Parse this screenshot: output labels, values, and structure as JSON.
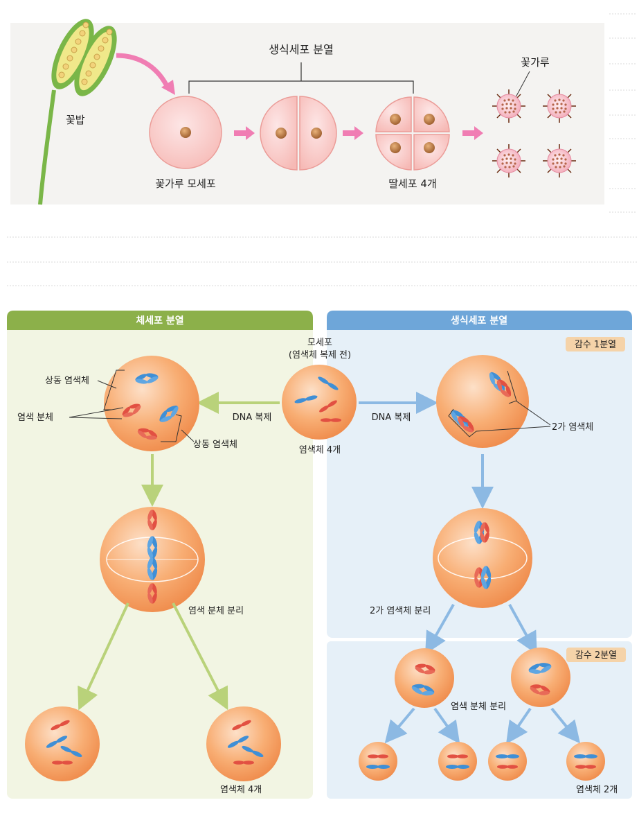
{
  "top": {
    "anther": "꽃밥",
    "meiosis": "생식세포 분열",
    "mother_cell": "꽃가루 모세포",
    "daughter_cells": "딸세포 4개",
    "pollen": "꽃가루"
  },
  "left_panel": {
    "title": "체세포 분열",
    "homologous_1": "상동 염색체",
    "chromatid": "염색 분체",
    "homologous_2": "상동 염색체",
    "dna_rep": "DNA 복제",
    "separation": "염색 분체 분리",
    "chrom_count": "염색체 4개"
  },
  "center": {
    "mother_line1": "모세포",
    "mother_line2": "(염색체 복제 전)",
    "chrom_count": "염색체 4개"
  },
  "right_panel": {
    "title": "생식세포 분열",
    "meiosis1": "감수 1분열",
    "dna_rep": "DNA 복제",
    "bivalent": "2가 염색체",
    "bivalent_sep": "2가 염색체 분리",
    "meiosis2": "감수 2분열",
    "chromatid_sep": "염색 분체 분리",
    "chrom_count": "염색체 2개"
  },
  "colors": {
    "green_header": "#8cb04a",
    "green_bg": "#f2f5e3",
    "blue_header": "#6ea6d9",
    "blue_bg": "#e6f0f8",
    "cell": "#f7a86a",
    "red_chrom": "#e25042",
    "blue_chrom": "#3f8fd6",
    "pink_arrow": "#f07db3"
  }
}
